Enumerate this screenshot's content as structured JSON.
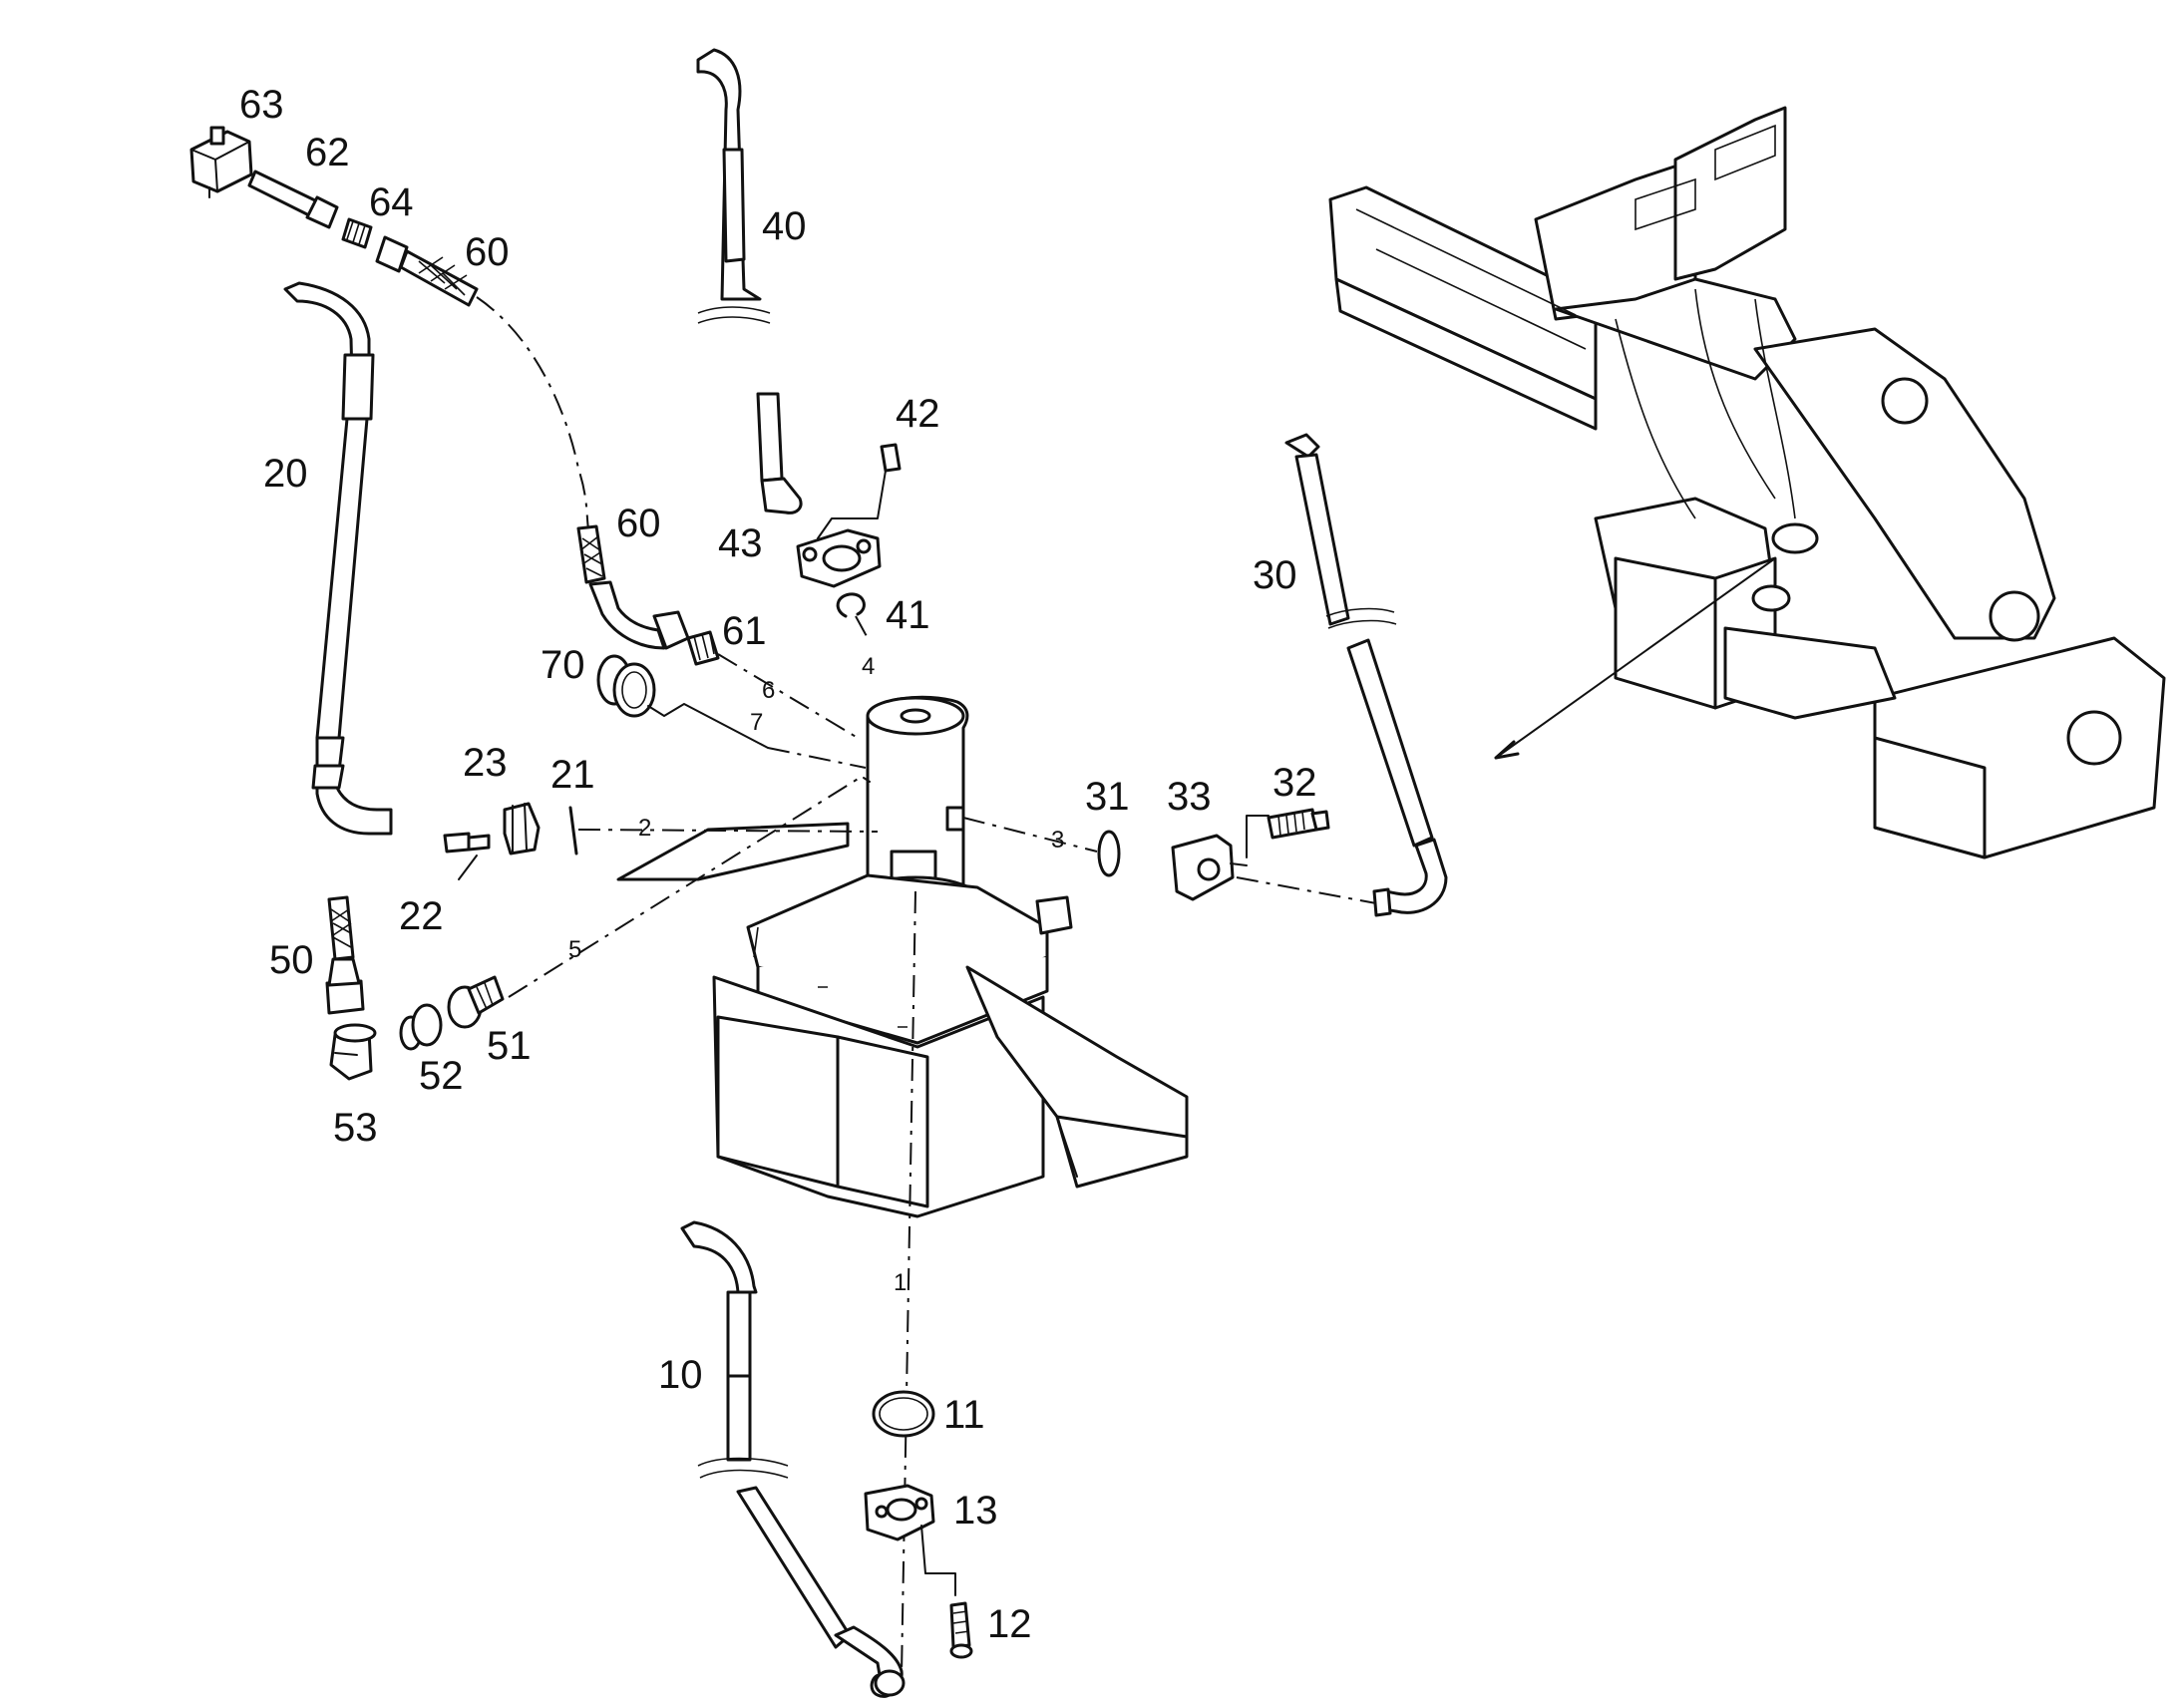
{
  "parts": {
    "p63": "63",
    "p62": "62",
    "p64": "64",
    "p60a": "60",
    "p60b": "60",
    "p40": "40",
    "p20": "20",
    "p42": "42",
    "p43": "43",
    "p41": "41",
    "p61": "61",
    "p70": "70",
    "p30": "30",
    "p23": "23",
    "p21": "21",
    "p22": "22",
    "p31": "31",
    "p33": "33",
    "p32": "32",
    "p50": "50",
    "p51": "51",
    "p52": "52",
    "p53": "53",
    "p10": "10",
    "p11": "11",
    "p13": "13",
    "p12": "12"
  },
  "refs": {
    "r1": "1",
    "r2": "2",
    "r3": "3",
    "r4": "4",
    "r5": "5",
    "r6": "6",
    "r7": "7"
  }
}
